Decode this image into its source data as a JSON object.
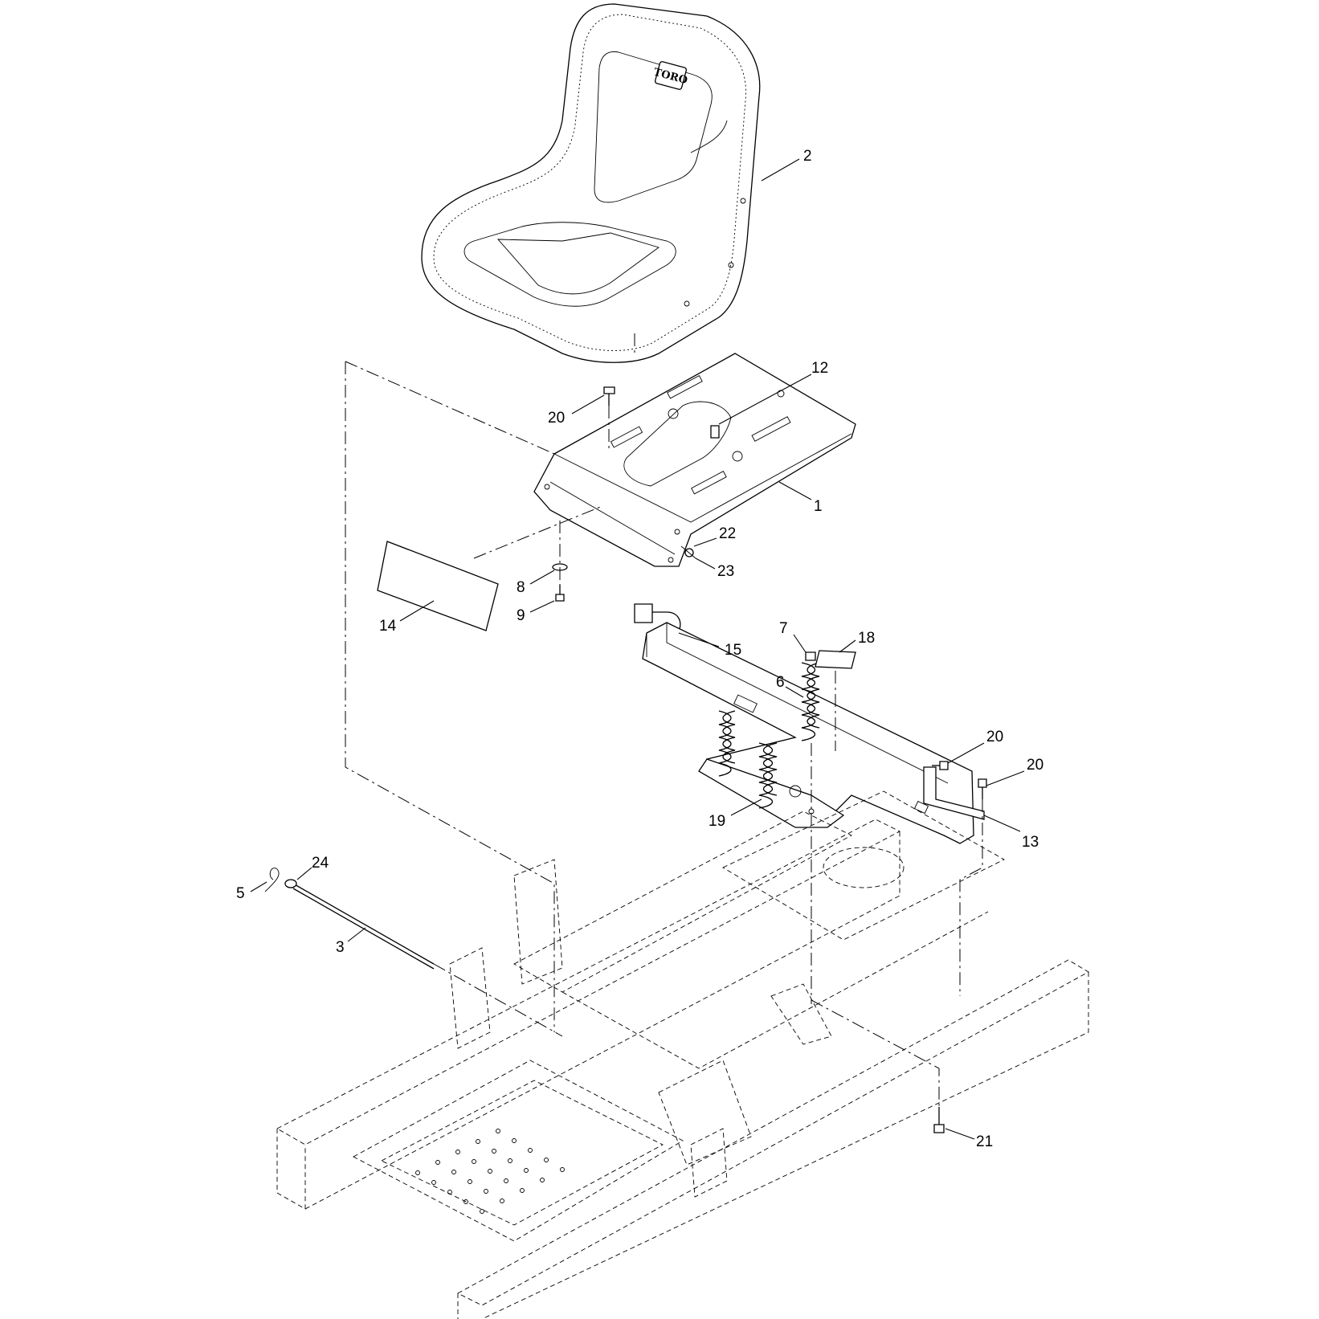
{
  "seat_logo": "TORO",
  "callouts": [
    {
      "id": "c-2",
      "label": "2"
    },
    {
      "id": "c-12",
      "label": "12"
    },
    {
      "id": "c-20a",
      "label": "20"
    },
    {
      "id": "c-1",
      "label": "1"
    },
    {
      "id": "c-22",
      "label": "22"
    },
    {
      "id": "c-23",
      "label": "23"
    },
    {
      "id": "c-8",
      "label": "8"
    },
    {
      "id": "c-9",
      "label": "9"
    },
    {
      "id": "c-14",
      "label": "14"
    },
    {
      "id": "c-15",
      "label": "15"
    },
    {
      "id": "c-7",
      "label": "7"
    },
    {
      "id": "c-18",
      "label": "18"
    },
    {
      "id": "c-6",
      "label": "6"
    },
    {
      "id": "c-20b",
      "label": "20"
    },
    {
      "id": "c-20c",
      "label": "20"
    },
    {
      "id": "c-19",
      "label": "19"
    },
    {
      "id": "c-13",
      "label": "13"
    },
    {
      "id": "c-24",
      "label": "24"
    },
    {
      "id": "c-5",
      "label": "5"
    },
    {
      "id": "c-3",
      "label": "3"
    },
    {
      "id": "c-21",
      "label": "21"
    }
  ]
}
